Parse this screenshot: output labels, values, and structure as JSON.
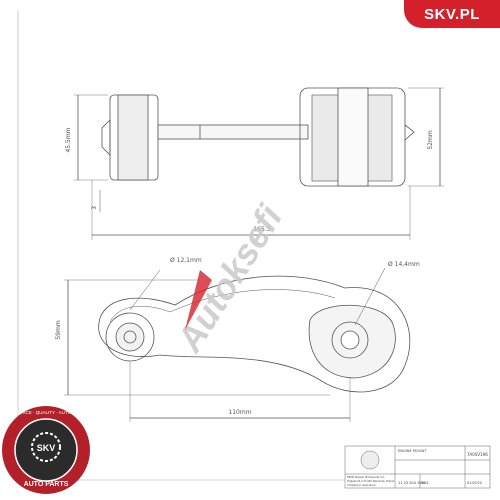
{
  "brand": {
    "badge": "SKV.PL",
    "watermark": "Autoksefi",
    "seal_text": "BEST PRICE · QUALITY · AUTO PARTS",
    "seal_center": "SKV",
    "seal_bottom": "AUTO PARTS",
    "badge_color": "#d3202a",
    "seal_color": "#b3202a"
  },
  "dimensions": {
    "d1": "45.5mm",
    "d2": "52mm",
    "d3": "3",
    "d4": "165.5",
    "d5": "Ø 12,1mm",
    "d6": "Ø 14,4mm",
    "d7": "59mm",
    "d8": "110mm"
  },
  "title_block": {
    "part_label": "ENGINE MOUNT",
    "code": "7A0SV196",
    "company": "ESEN Skylark Motorparts S.A.",
    "address_line": "Poptaka 64 A 57-640 Warmińsk, Poland",
    "email": "info@skv.pl, www.skv.pl",
    "part_no": "11 25 810 9W9",
    "sheet": "001",
    "date": "01/2020"
  }
}
